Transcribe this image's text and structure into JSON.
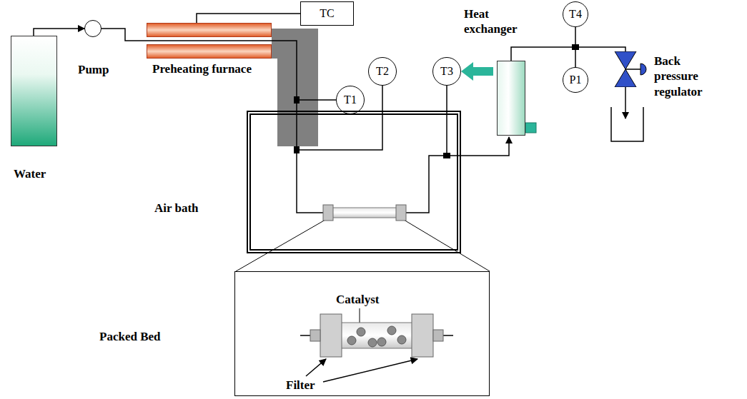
{
  "diagram": {
    "nodes": [
      {
        "text": [
          "Water"
        ]
      },
      {
        "text": [
          "Pump"
        ]
      },
      {
        "text": [
          "Preheating furnace"
        ]
      },
      {
        "text": [
          "TC"
        ]
      },
      {
        "text": [
          "T1"
        ]
      },
      {
        "text": [
          "Air bath"
        ]
      },
      {
        "text": [
          "T2"
        ]
      },
      {
        "text": [
          "T3"
        ]
      },
      {
        "text": [
          "Heat exchanger"
        ]
      },
      {
        "text": [
          "T4"
        ]
      },
      {
        "text": [
          "P1"
        ]
      },
      {
        "text": [
          "Back pressure regulator"
        ]
      },
      {
        "text": [
          "Packed Bed"
        ]
      }
    ],
    "edges": [
      {
        "from": 0,
        "to": 1,
        "arrow": "to"
      },
      {
        "from": 1,
        "to": 2,
        "arrow": "none"
      },
      {
        "from": 3,
        "to": 2,
        "arrow": "none"
      },
      {
        "from": 8,
        "to": 11,
        "arrow": "none"
      },
      {
        "from": 9,
        "to": 10,
        "arrow": "none"
      }
    ],
    "labels": [
      "Catalyst",
      "Filter"
    ]
  }
}
